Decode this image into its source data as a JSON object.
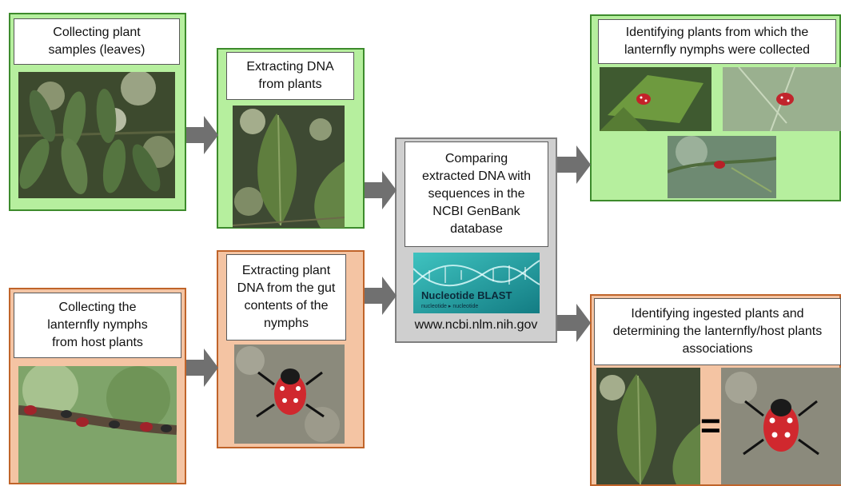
{
  "steps": {
    "collect_plants": "Collecting plant samples (leaves)",
    "extract_plant_dna": "Extracting DNA from plants",
    "collect_nymphs": "Collecting the lanternfly nymphs from host plants",
    "extract_gut_dna": "Extracting plant DNA from the gut contents of the nymphs",
    "compare": "Comparing extracted DNA with sequences in the NCBI GenBank database",
    "identify_plants": "Identifying plants from which the lanternfly nymphs were collected",
    "identify_ingested": "Identifying ingested plants and determining the lanternfly/host plants associations"
  },
  "blast_logo": {
    "title": "Nucleotide BLAST",
    "subtitle": "nucleotide ▸ nucleotide"
  },
  "url": "www.ncbi.nlm.nih.gov",
  "equals_sign": "=",
  "colors": {
    "green_fill": "#b6ef9e",
    "green_border": "#3d8b2c",
    "peach_fill": "#f4c4a3",
    "peach_border": "#c0642a",
    "gray_fill": "#cfcfcf",
    "arrow": "#707070",
    "blast_teal": "#1f9e9e"
  }
}
